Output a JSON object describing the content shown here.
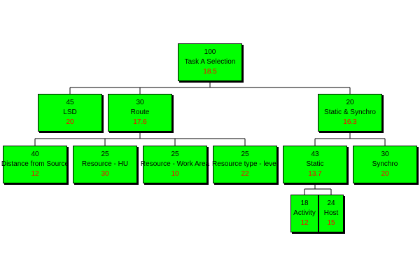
{
  "colors": {
    "node_fill": "#00ff00",
    "score_text": "#ff0000",
    "line": "#000000"
  },
  "nodes": {
    "root": {
      "weight": "100",
      "label": "Task A Selection",
      "score": "18.5"
    },
    "lsd": {
      "weight": "45",
      "label": "LSD",
      "score": "20"
    },
    "route": {
      "weight": "30",
      "label": "Route",
      "score": "17.6"
    },
    "static_synchro": {
      "weight": "20",
      "label": "Static & Synchro",
      "score": "16.3"
    },
    "distance": {
      "weight": "40",
      "label": "Distance from Source",
      "score": "12"
    },
    "resource_hu": {
      "weight": "25",
      "label": "Resource - HU",
      "score": "30"
    },
    "resource_work": {
      "weight": "25",
      "label": "Resource - Work Area",
      "score": "10"
    },
    "resource_type": {
      "weight": "25",
      "label": "Resource type - level",
      "score": "22"
    },
    "static": {
      "weight": "43",
      "label": "Static",
      "score": "13.7"
    },
    "synchro": {
      "weight": "30",
      "label": "Synchro",
      "score": "20"
    },
    "activity": {
      "weight": "18",
      "label": "Activity",
      "score": "12"
    },
    "host": {
      "weight": "24",
      "label": "Host",
      "score": "15"
    }
  }
}
